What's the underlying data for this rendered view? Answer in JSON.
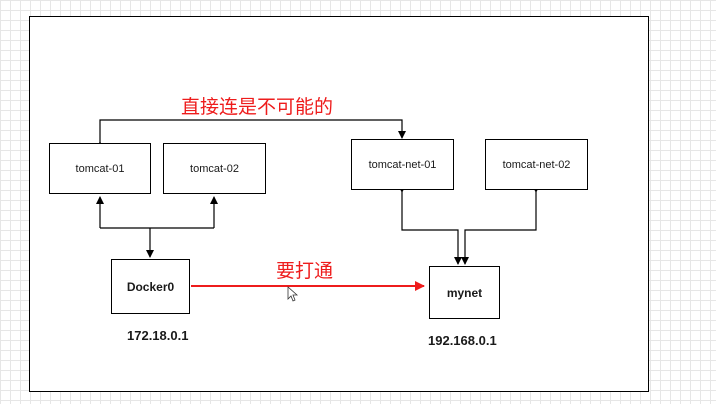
{
  "nodes": {
    "tomcat_01": "tomcat-01",
    "tomcat_02": "tomcat-02",
    "tomcat_net_01": "tomcat-net-01",
    "tomcat_net_02": "tomcat-net-02",
    "docker0": "Docker0",
    "mynet": "mynet"
  },
  "ips": {
    "docker0": "172.18.0.1",
    "mynet": "192.168.0.1"
  },
  "annotations": {
    "top": "直接连是不可能的",
    "middle": "要打通"
  },
  "colors": {
    "annotation": "#ee1c1c",
    "line": "#000000"
  }
}
